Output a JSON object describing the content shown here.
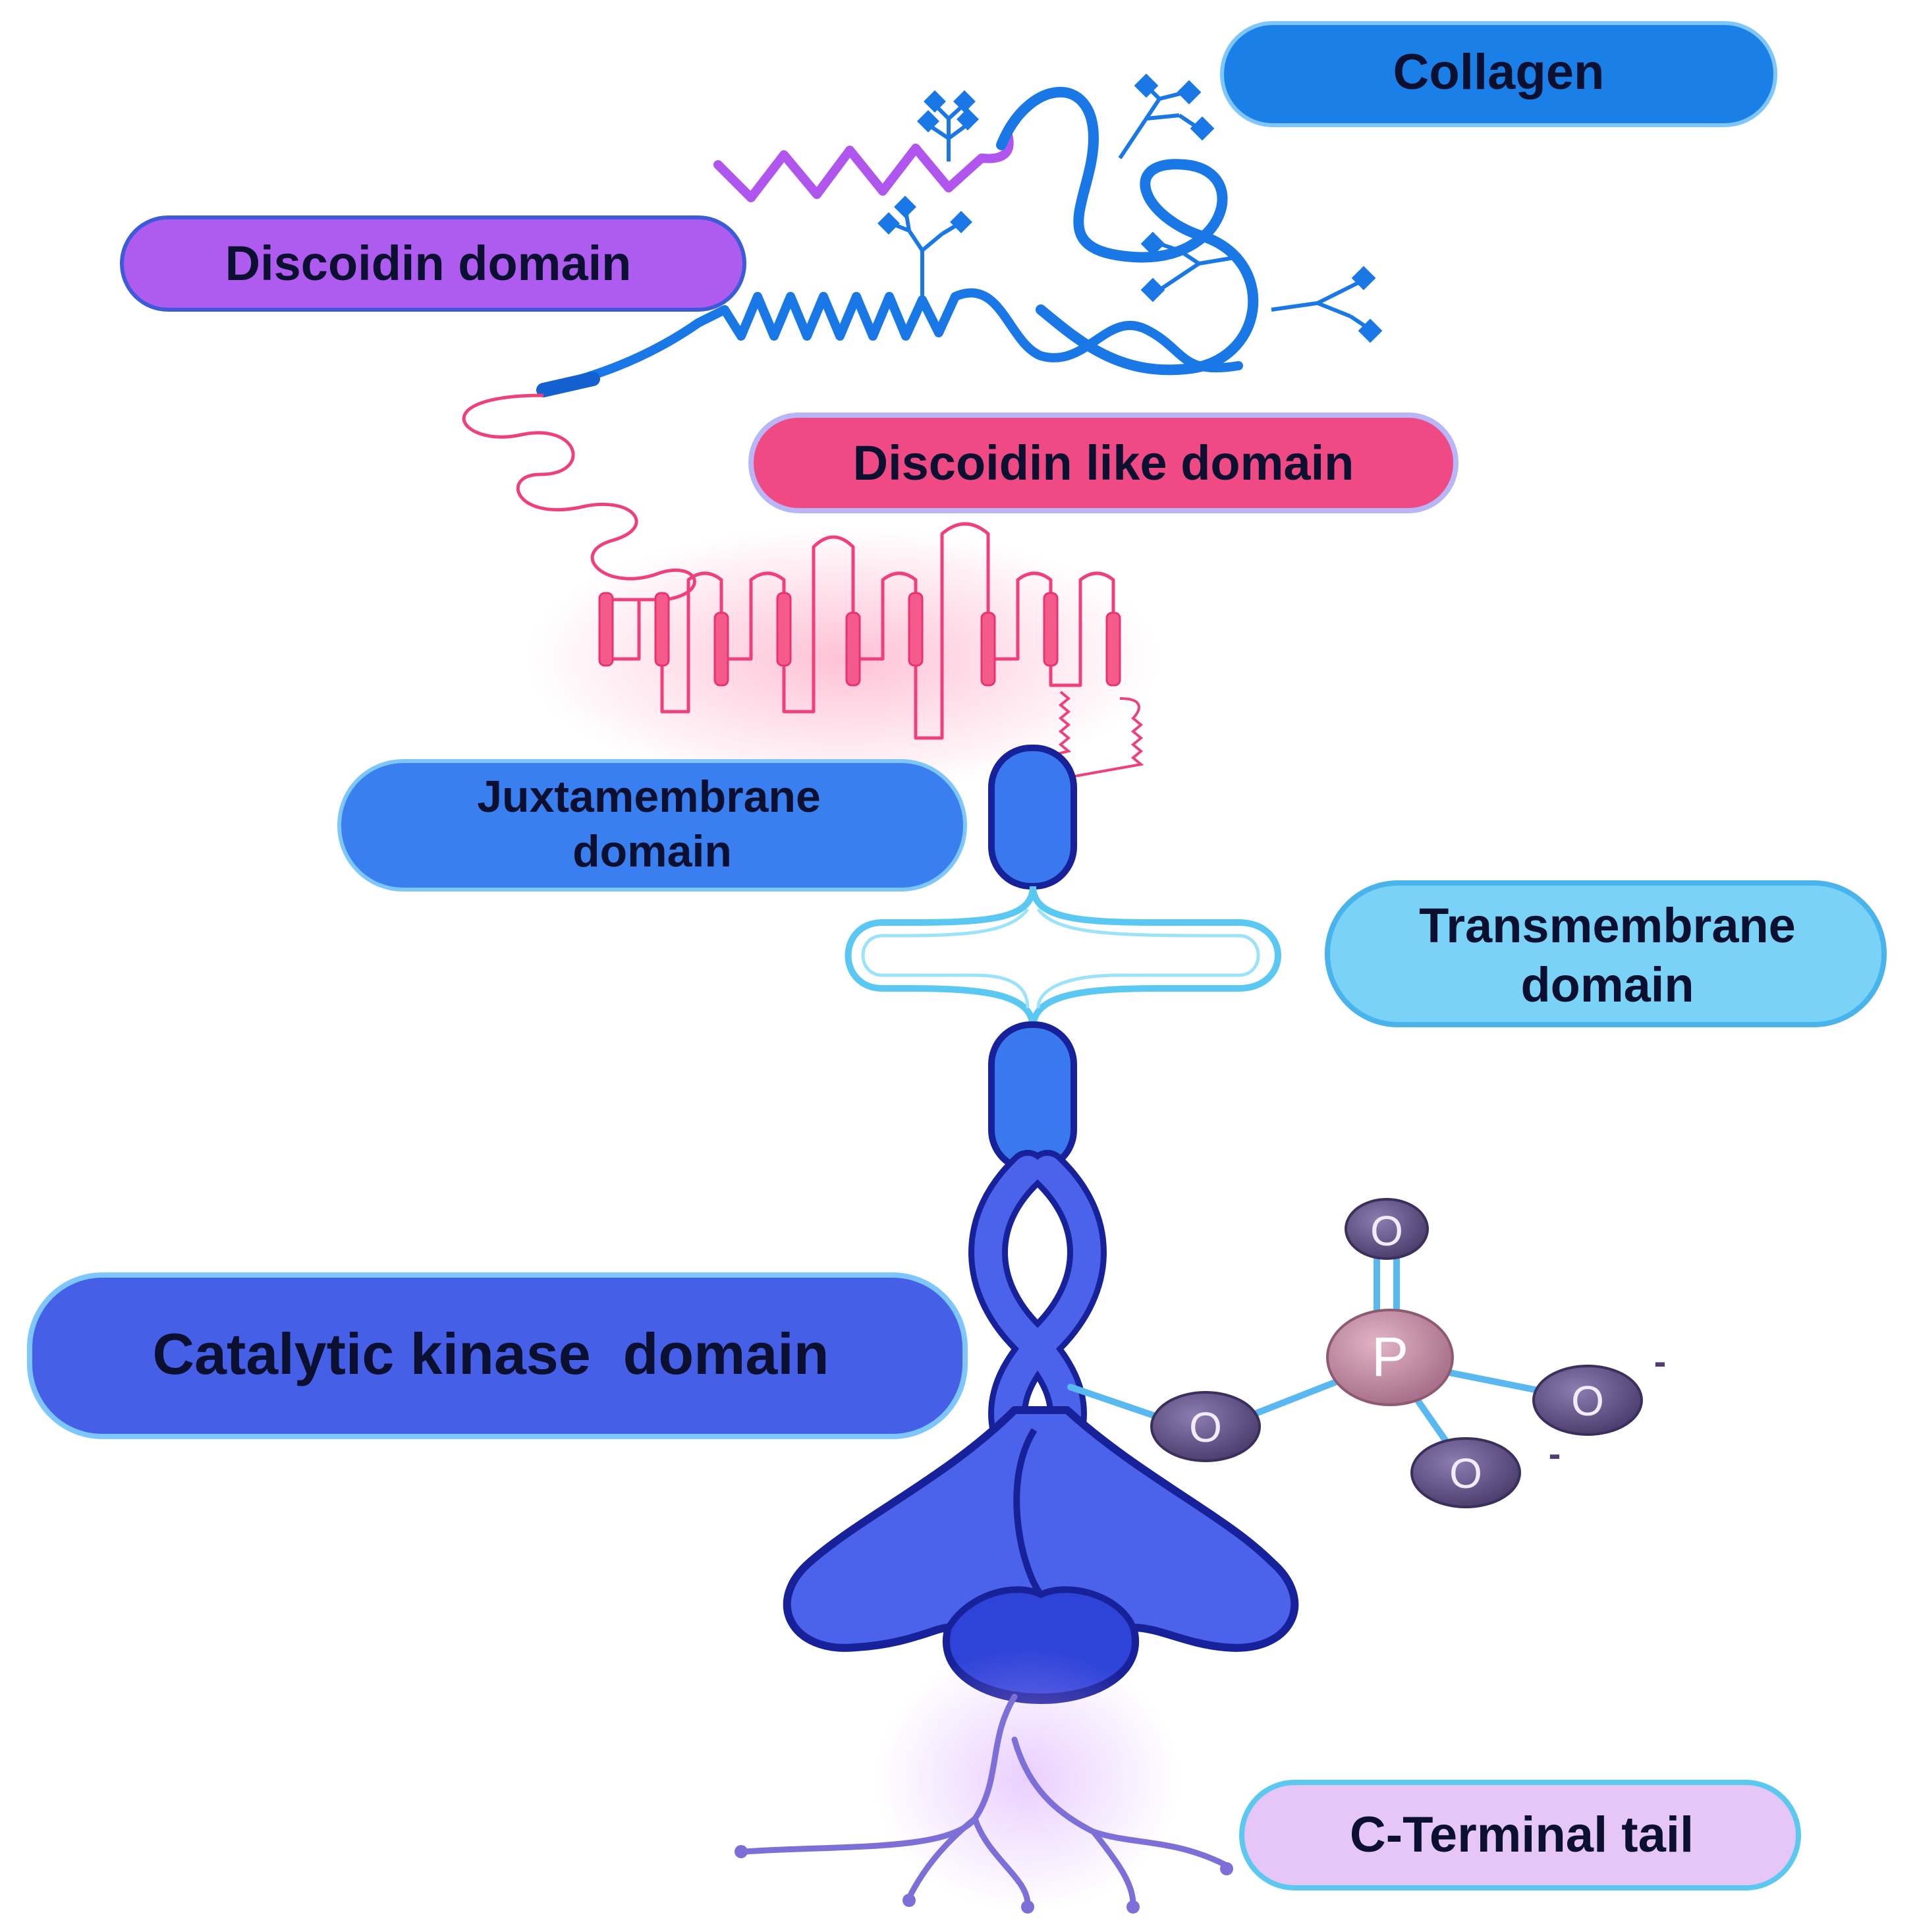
{
  "labels": {
    "collagen": "Collagen",
    "discoidin": "Discoidin domain",
    "discoidin_like": "Discoidin like domain",
    "juxtamembrane_line1": "Juxtamembrane",
    "juxtamembrane_line2": "domain",
    "transmembrane_line1": "Transmembrane",
    "transmembrane_line2": "domain",
    "catalytic": "Catalytic kinase  domain",
    "c_terminal": "C-Terminal tail"
  },
  "phosphate": {
    "center_atom": "P",
    "oxygen_atom": "O",
    "charge": "-"
  },
  "colors": {
    "collagen_label": "#1a7fe6",
    "discoidin_label": "#b05bf0",
    "discoidin_like_label": "#f04a85",
    "juxtamembrane_label": "#3a7ff0",
    "transmembrane_label": "#7ad2f7",
    "catalytic_label": "#4560e6",
    "c_terminal_label": "#e6c6f7",
    "receptor_body": "#4a63ea",
    "receptor_outline": "#17229a",
    "collagen_strand": "#1a78e6",
    "discoidin_strand": "#b055ee",
    "discoidin_like_strand": "#f0407a",
    "oxygen_atom": "#6a5a8c",
    "phosphorus_atom": "#c58aa2",
    "bond": "#5ab8f0"
  }
}
